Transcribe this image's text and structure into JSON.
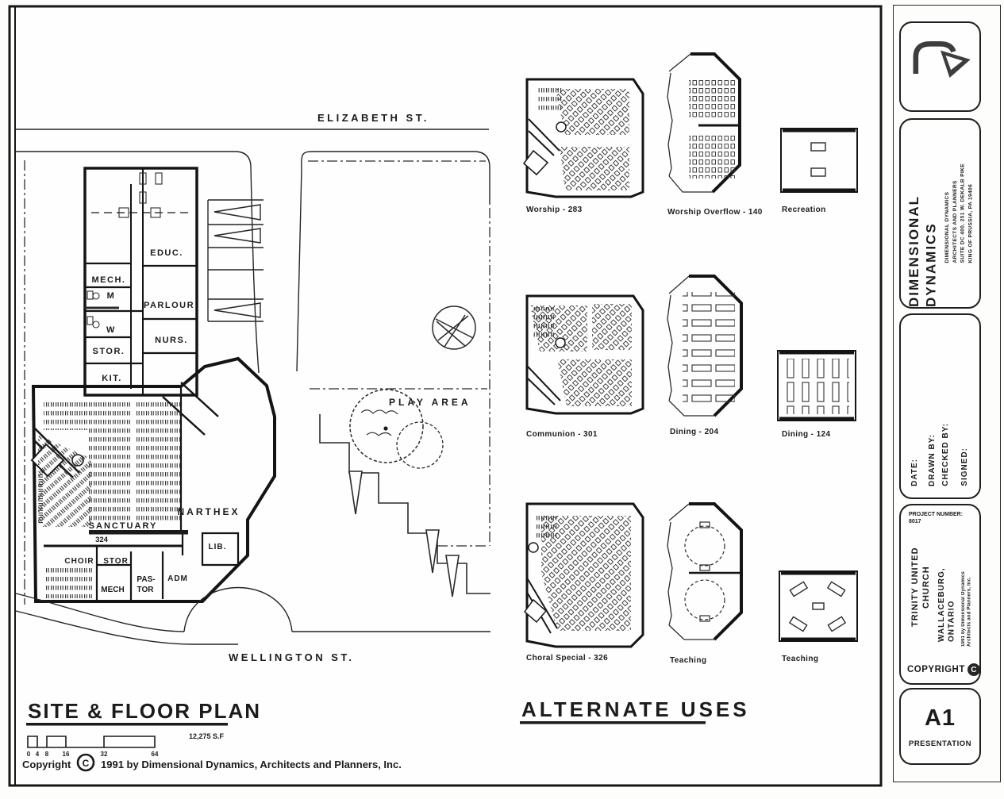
{
  "ink": "#1b1b1b",
  "paper": "#fdfdfc",
  "titles": {
    "site_plan": "SITE & FLOOR PLAN",
    "alternate": "ALTERNATE USES",
    "area": "12,275 S.F",
    "scale_ticks": [
      "0",
      "4",
      "8",
      "16",
      "32",
      "64"
    ],
    "copyright_prefix": "Copyright",
    "copyright_symbol": "C",
    "copyright_suffix": "1991 by Dimensional Dynamics, Architects and Planners, Inc."
  },
  "site": {
    "street_top": "ELIZABETH ST.",
    "street_bottom": "WELLINGTON ST.",
    "play_area": "PLAY AREA",
    "rooms": {
      "educ": "EDUC.",
      "mech_top": "MECH.",
      "m": "M",
      "parlour": "PARLOUR",
      "w": "W",
      "nurs": "NURS.",
      "stor_top": "STOR.",
      "kit": "KIT.",
      "sanctuary": "SANCTUARY",
      "sanctuary_seats": "324",
      "narthex": "NARTHEX",
      "lib": "LIB.",
      "choir": "CHOIR",
      "stor": "STOR",
      "pastor_line1": "PAS-",
      "pastor_line2": "TOR",
      "adm": "ADM",
      "mech": "MECH"
    }
  },
  "alternates": [
    {
      "label": "Worship - 283"
    },
    {
      "label": "Worship Overflow - 140"
    },
    {
      "label": "Recreation"
    },
    {
      "label": "Communion - 301"
    },
    {
      "label": "Dining - 204"
    },
    {
      "label": "Dining - 124"
    },
    {
      "label": "Choral Special - 326"
    },
    {
      "label": "Teaching"
    },
    {
      "label": "Teaching"
    }
  ],
  "titleblock": {
    "firm": "DIMENSIONAL DYNAMICS",
    "firm_address": "DIMENSIONAL DYNAMICS\nARCHITECTS AND PLANNERS\nSUITE DC 400, 251 W. DEKALB PIKE\nKING OF PRUSSIA, PA 19406",
    "field_date": "DATE:",
    "field_drawn": "DRAWN BY:",
    "field_checked": "CHECKED BY:",
    "field_signed": "SIGNED:",
    "project_number_label": "PROJECT NUMBER:",
    "project_number": "8017",
    "client": "TRINITY UNITED\nCHURCH",
    "location": "WALLACEBURG, ONTARIO",
    "copyright_small": "1991 by Dimensional Dynamics\nArchitects and Planners, Inc.",
    "copyright_label": "COPYRIGHT",
    "copyright_symbol": "C",
    "sheet_number": "A1",
    "sheet_type": "PRESENTATION"
  }
}
